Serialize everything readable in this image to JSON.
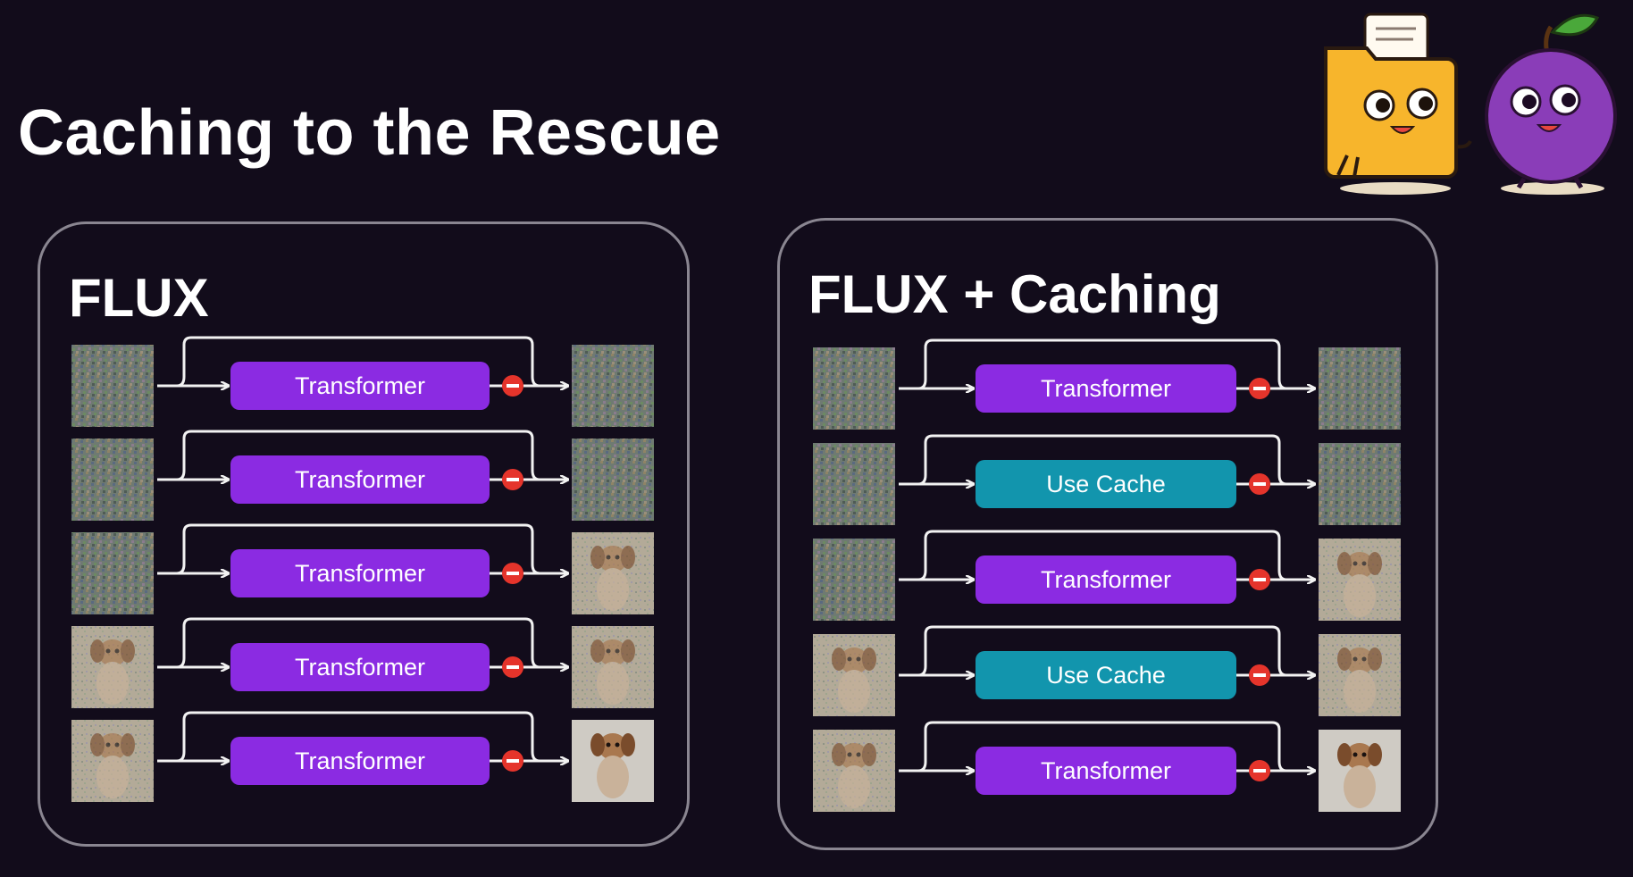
{
  "slide": {
    "title": "Caching to the Rescue"
  },
  "colors": {
    "background": "#120c1b",
    "panel_border": "#8a8691",
    "transformer_block": "#8b2be2",
    "cache_block": "#1295ad",
    "stop_badge": "#e5342b",
    "arrow": "#f2f2f2"
  },
  "panels": [
    {
      "title": "FLUX",
      "steps": [
        {
          "block": "Transformer",
          "kind": "transformer",
          "input_image": "noise",
          "output_image": "noise"
        },
        {
          "block": "Transformer",
          "kind": "transformer",
          "input_image": "noise",
          "output_image": "noise"
        },
        {
          "block": "Transformer",
          "kind": "transformer",
          "input_image": "noise",
          "output_image": "dog-noisy"
        },
        {
          "block": "Transformer",
          "kind": "transformer",
          "input_image": "dog-noisy",
          "output_image": "dog-noisy"
        },
        {
          "block": "Transformer",
          "kind": "transformer",
          "input_image": "dog-noisy",
          "output_image": "dog-clean"
        }
      ]
    },
    {
      "title": "FLUX + Caching",
      "steps": [
        {
          "block": "Transformer",
          "kind": "transformer",
          "input_image": "noise",
          "output_image": "noise"
        },
        {
          "block": "Use Cache",
          "kind": "cache",
          "input_image": "noise",
          "output_image": "noise"
        },
        {
          "block": "Transformer",
          "kind": "transformer",
          "input_image": "noise",
          "output_image": "dog-noisy"
        },
        {
          "block": "Use Cache",
          "kind": "cache",
          "input_image": "dog-noisy",
          "output_image": "dog-noisy"
        },
        {
          "block": "Transformer",
          "kind": "transformer",
          "input_image": "dog-noisy",
          "output_image": "dog-clean"
        }
      ]
    }
  ],
  "mascots": [
    "folder-mascot",
    "plum-mascot"
  ]
}
